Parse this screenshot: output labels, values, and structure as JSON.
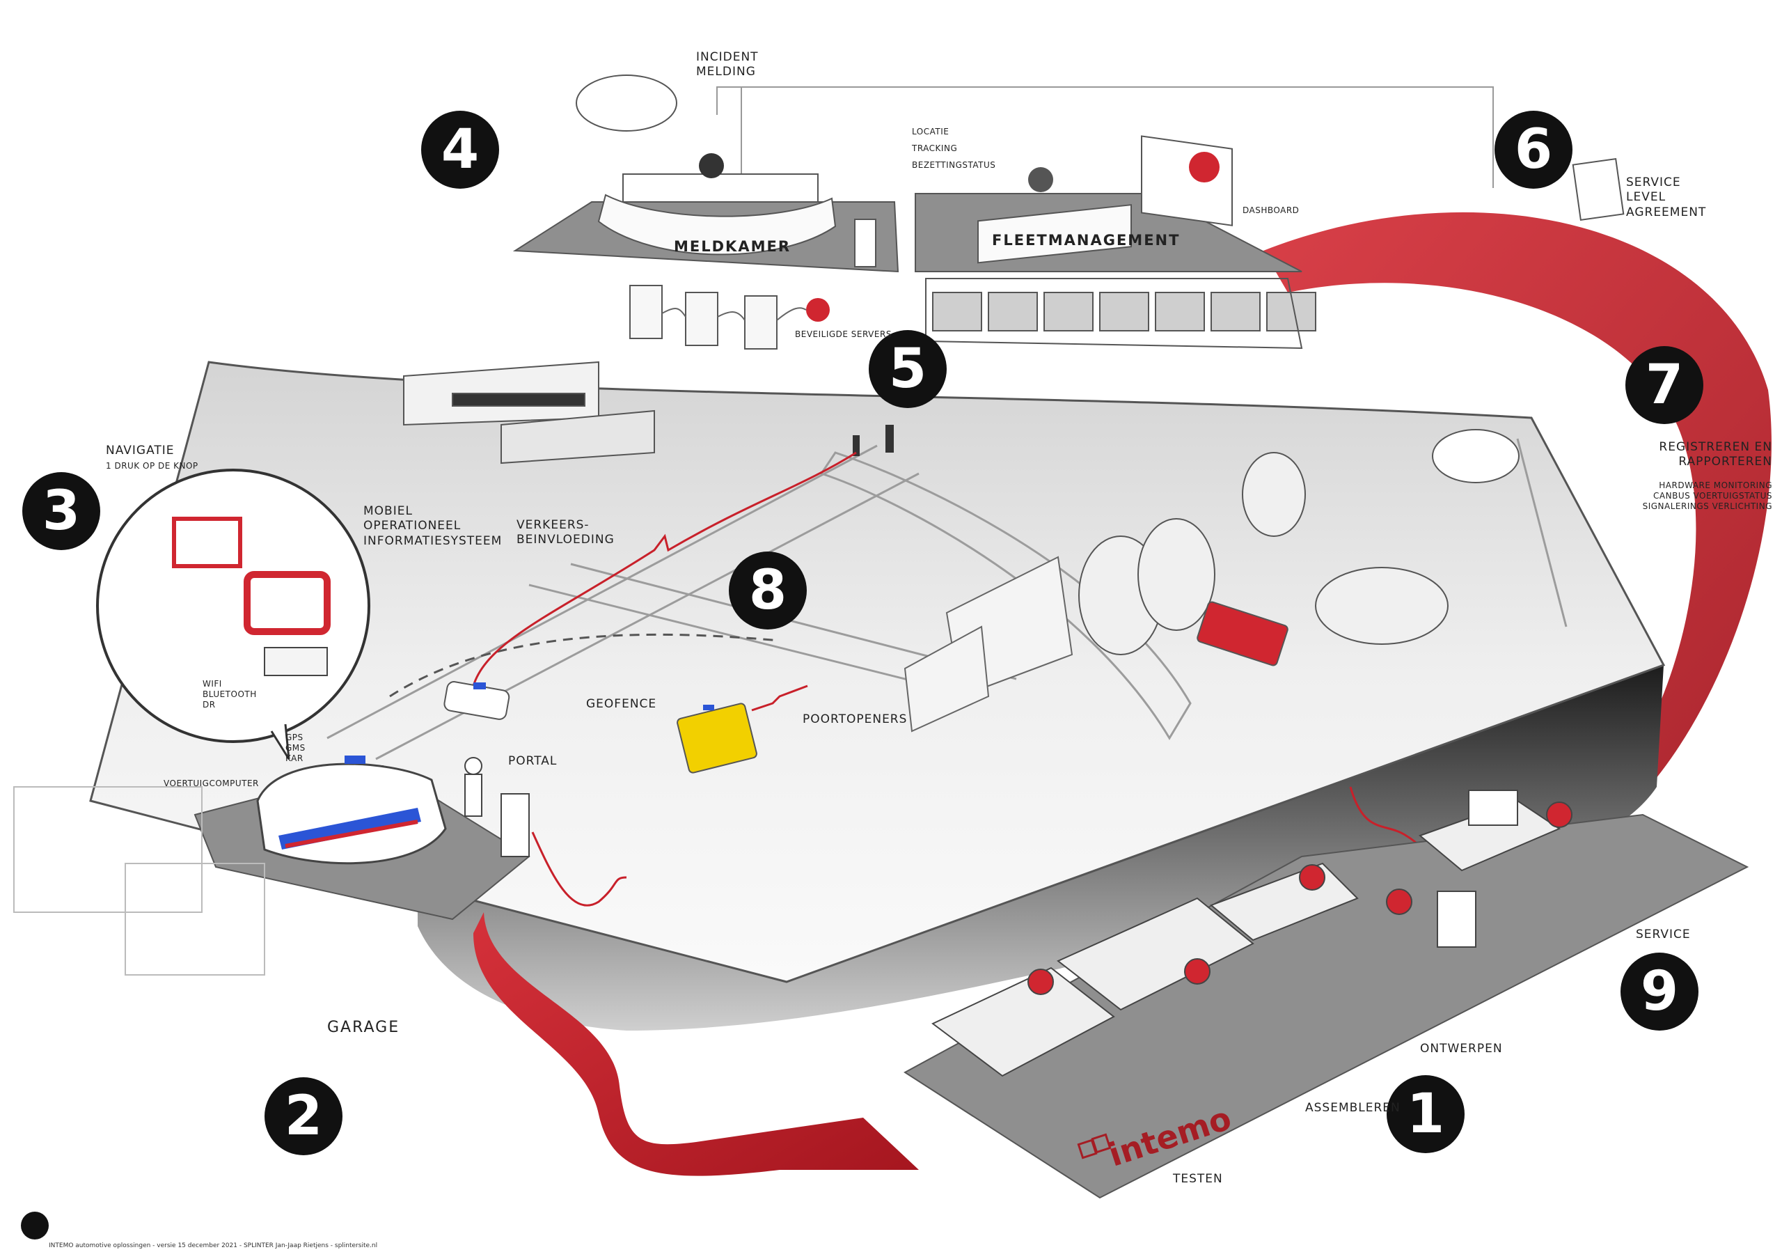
{
  "numbers": {
    "n1": "1",
    "n2": "2",
    "n3": "3",
    "n4": "4",
    "n5": "5",
    "n6": "6",
    "n7": "7",
    "n8": "8",
    "n9": "9"
  },
  "labels": {
    "incident_melding": "INCIDENT\nMELDING",
    "locatie": "LOCATIE",
    "tracking": "TRACKING",
    "bezettingstatus": "BEZETTINGSTATUS",
    "meldkamer": "MELDKAMER",
    "fleetmanagement": "FLEETMANAGEMENT",
    "dashboard": "DASHBOARD",
    "beveiligde_servers": "BEVEILIGDE SERVERS",
    "service_level_agreement": "SERVICE\nLEVEL\nAGREEMENT",
    "registreren": "REGISTREREN EN\nRAPPORTEREN",
    "hardware_monitoring": "HARDWARE MONITORING\nCANBUS VOERTUIGSTATUS\nSIGNALERINGS VERLICHTING",
    "navigatie": "NAVIGATIE",
    "navigatie_sub": "1 DRUK OP DE KNOP",
    "mobiel_ois": "MOBIEL\nOPERATIONEEL\nINFORMATIESYSTEEM",
    "verkeersbeinvloeding": "VERKEERS-\nBEINVLOEDING",
    "wifi": "WIFI\nBLUETOOTH\nDR",
    "gps": "GPS\nGMS\nKAR",
    "voertuigcomputer": "VOERTUIGCOMPUTER",
    "portal": "PORTAL",
    "geofence": "GEOFENCE",
    "poortopeners": "POORTOPENERS",
    "garage": "GARAGE",
    "service": "SERVICE",
    "ontwerpen": "ONTWERPEN",
    "assembleren": "ASSEMBLEREN",
    "testen": "TESTEN",
    "brand": "intemo",
    "footer": "INTEMO automotive oplossingen - versie 15 december 2021 - SPLINTER Jan-Jaap Rietjens - splintersite.nl"
  },
  "colors": {
    "accent_red": "#c8202a",
    "dark": "#111111",
    "platform_gray": "#8f8f8f",
    "line_gray": "#666666"
  }
}
